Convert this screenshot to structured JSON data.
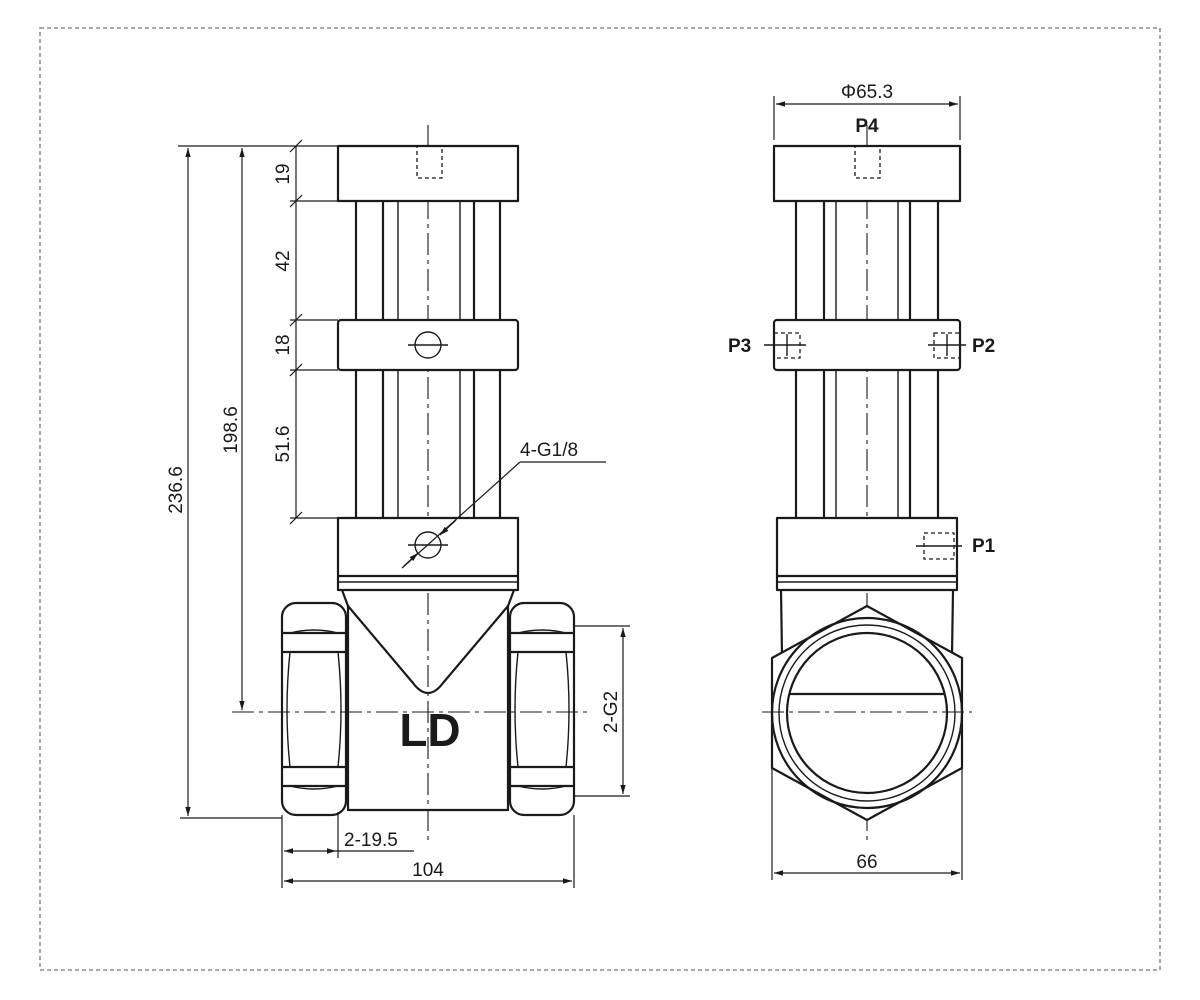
{
  "drawing": {
    "brand_mark": "LD",
    "front_view": {
      "dims": {
        "top_cap": "19",
        "upper_tube": "42",
        "middle_block": "18",
        "lower_tube": "51.6",
        "to_center": "198.6",
        "overall_height": "236.6",
        "ports_callout": "4-G1/8",
        "thread_length": "2-19.5",
        "body_length": "104",
        "pipe_thread": "2-G2"
      }
    },
    "side_view": {
      "dims": {
        "cap_diameter": "Φ65.3",
        "hex_width": "66"
      },
      "ports": {
        "p1": "P1",
        "p2": "P2",
        "p3": "P3",
        "p4": "P4"
      }
    }
  }
}
